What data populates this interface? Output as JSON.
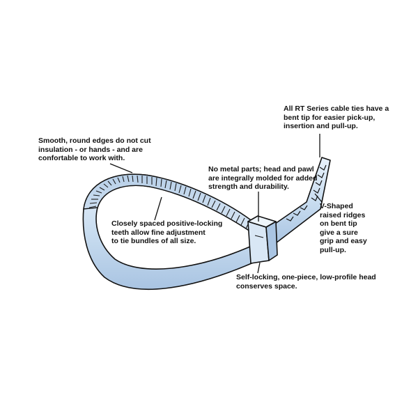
{
  "colors": {
    "strap_fill": "#c9ddf0",
    "strap_shadow": "#a9c4e2",
    "strap_highlight": "#e8f1fa",
    "teeth": "#1a1a1a",
    "outline": "#111111",
    "leader_line": "#111111"
  },
  "callouts": {
    "smooth_edges": [
      "Smooth, round edges do not cut",
      "insulation - or hands - and are",
      "confortable to work with."
    ],
    "rt_series": [
      "All RT Series cable ties have a",
      "bent tip for easier pick-up,",
      "insertion and pull-up."
    ],
    "no_metal": [
      "No metal parts; head and pawl",
      "are integrally molded for added",
      "strength and durability."
    ],
    "teeth": [
      "Closely spaced positive-locking",
      "teeth allow fine adjustment",
      "to tie bundles of all size."
    ],
    "v_shaped": [
      "V-Shaped",
      "raised ridges",
      "on bent tip",
      "give a sure",
      "grip and easy",
      "pull-up."
    ],
    "head": [
      "Self-locking, one-piece, low-profile head",
      "conserves space."
    ]
  }
}
